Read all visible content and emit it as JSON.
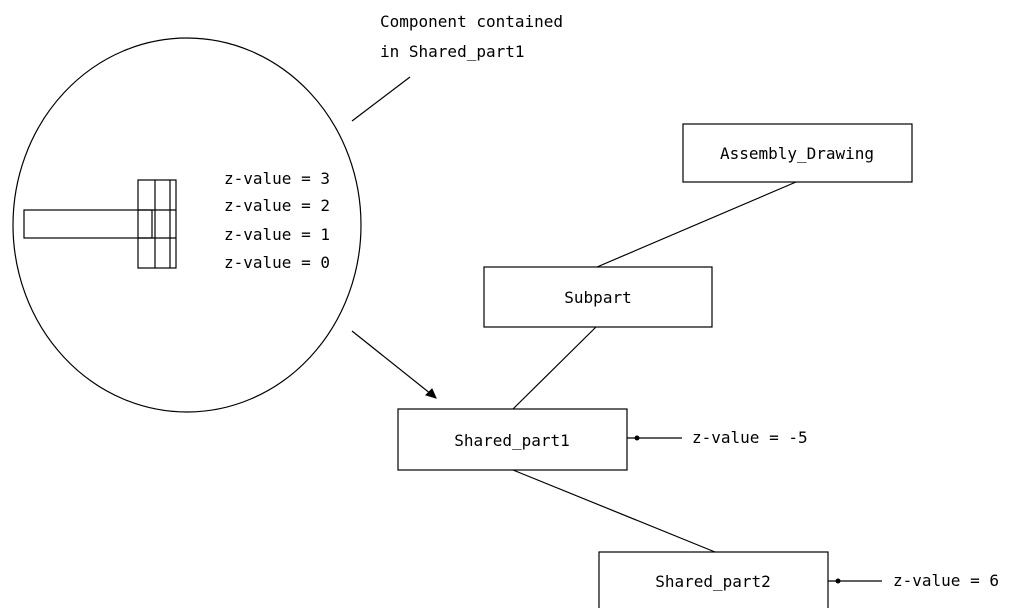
{
  "nodes": {
    "assembly_drawing": "Assembly_Drawing",
    "subpart": "Subpart",
    "shared_part1": "Shared_part1",
    "shared_part2": "Shared_part2"
  },
  "callout": {
    "line1": "Component contained",
    "line2": "in Shared_part1"
  },
  "component_z_labels": [
    "z-value = 3",
    "z-value = 2",
    "z-value = 1",
    "z-value = 0"
  ],
  "node_z_labels": {
    "shared_part1": "z-value = -5",
    "shared_part2": "z-value = 6"
  }
}
